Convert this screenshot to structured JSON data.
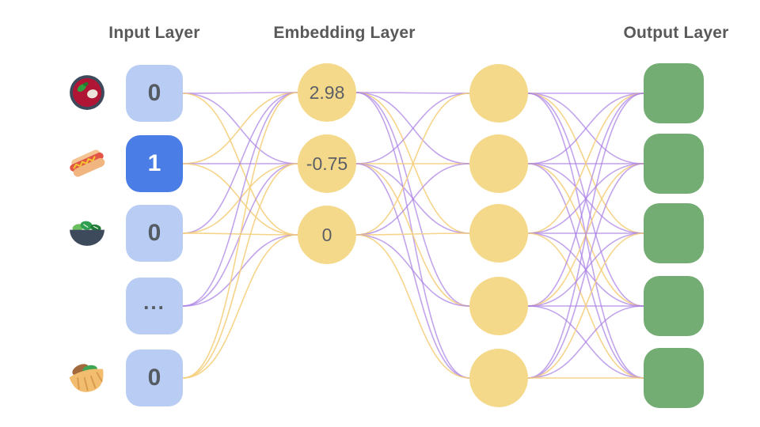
{
  "titles": {
    "input": "Input Layer",
    "embedding": "Embedding Layer",
    "output": "Output Layer"
  },
  "colors": {
    "input_inactive": "#b9cdf4",
    "input_active": "#4a7de6",
    "node_yellow": "#f5d98b",
    "output_green": "#74ad74",
    "edge_purple": "#a87de4",
    "edge_yellow": "#f5cf7d",
    "title_text": "#595959",
    "value_text": "#555b63"
  },
  "input_layer": {
    "nodes": [
      {
        "icon": "soup-icon",
        "value": "0",
        "active": false
      },
      {
        "icon": "hot-dog-icon",
        "value": "1",
        "active": true
      },
      {
        "icon": "salad-icon",
        "value": "0",
        "active": false
      },
      {
        "icon": null,
        "value": "...",
        "active": false
      },
      {
        "icon": "pita-icon",
        "value": "0",
        "active": false
      }
    ]
  },
  "embedding_layer": {
    "nodes": [
      {
        "value": "2.98"
      },
      {
        "value": "-0.75"
      },
      {
        "value": "0"
      }
    ]
  },
  "hidden_layer": {
    "count": 5
  },
  "output_layer": {
    "count": 5
  },
  "edges": {
    "input_to_embedding": [
      [
        "p",
        "p",
        "y"
      ],
      [
        "y",
        "p",
        "y"
      ],
      [
        "p",
        "y",
        "y"
      ],
      [
        "p",
        "p",
        "p"
      ],
      [
        "y",
        "y",
        "y"
      ]
    ],
    "embedding_to_hidden": [
      [
        "p",
        "p",
        "y",
        "p",
        "p"
      ],
      [
        "p",
        "y",
        "p",
        "y",
        "p"
      ],
      [
        "y",
        "p",
        "y",
        "p",
        "y"
      ]
    ],
    "hidden_to_output": [
      [
        "p",
        "p",
        "y",
        "p",
        "p"
      ],
      [
        "p",
        "p",
        "p",
        "y",
        "p"
      ],
      [
        "y",
        "p",
        "p",
        "p",
        "y"
      ],
      [
        "p",
        "y",
        "p",
        "p",
        "p"
      ],
      [
        "p",
        "p",
        "y",
        "p",
        "y"
      ]
    ]
  }
}
